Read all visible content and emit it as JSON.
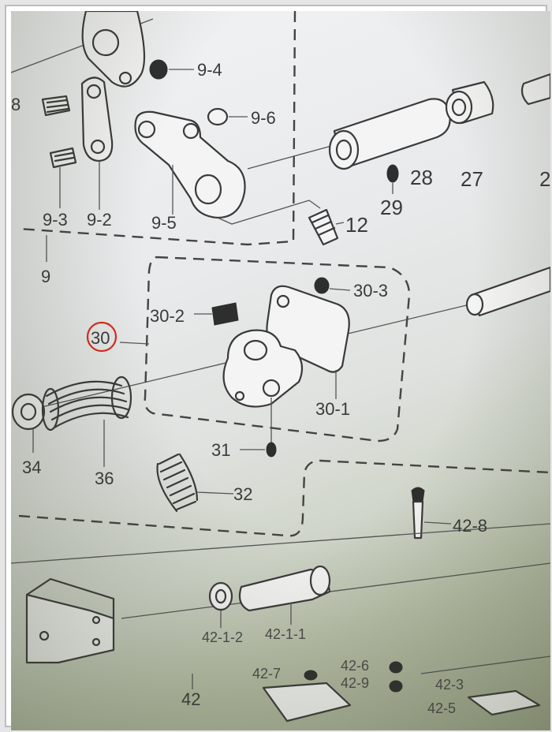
{
  "diagram": {
    "labels": {
      "p9_4": "9-4",
      "p9_6": "9-6",
      "p9_3": "9-3",
      "p9_2": "9-2",
      "p9_5": "9-5",
      "p9": "9",
      "p28": "28",
      "p27": "27",
      "p29": "29",
      "p12": "12",
      "p30": "30",
      "p30_2": "30-2",
      "p30_3": "30-3",
      "p30_1": "30-1",
      "p31": "31",
      "p32": "32",
      "p34": "34",
      "p36": "36",
      "p42_8": "42-8",
      "p42_1_2": "42-1-2",
      "p42_1_1": "42-1-1",
      "p42_7": "42-7",
      "p42_6": "42-6",
      "p42_9": "42-9",
      "p42_3": "42-3",
      "p42_5": "42-5",
      "p42": "42",
      "p8_partial": "8",
      "p2_partial": "2"
    },
    "highlight": {
      "target_label": "30",
      "color": "#d9291c"
    },
    "colors": {
      "ink": "#3a3a3a",
      "watermark": "#4fbf4a"
    }
  }
}
